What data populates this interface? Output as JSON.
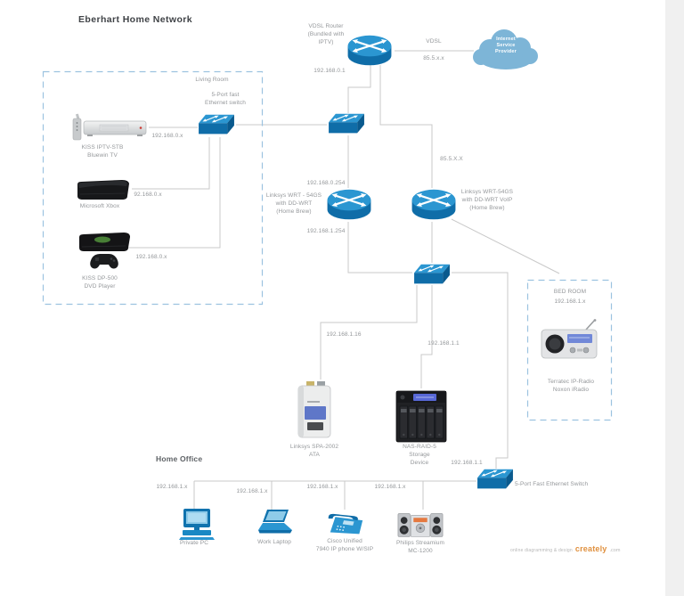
{
  "title": "Eberhart Home Network",
  "zones": {
    "living_room": "Living Room",
    "bed_room": "BED ROOM",
    "bed_room_ip": "192.168.1.x",
    "home_office": "Home Office"
  },
  "nodes": {
    "isp_cloud": "Internet\nService\nProvider",
    "vdsl_router": "VDSL Router\n(Bundled with\nIPTV)",
    "living_switch": "5-Port fast\nEthernet switch",
    "iptv_stb": "KISS IPTV-STB\nBluewin TV",
    "xbox": "Microsoft Xbox",
    "dvd_player": "KISS DP-500\nDVD Player",
    "router_left": "Linksys WRT - 54GS\nwith DD-WRT\n(Home Brew)",
    "router_right": "Linksys WRT-54GS\nwith DD-WRT VoIP\n(Home Brew)",
    "ata": "Linksys SPA-2002\nATA",
    "nas": "NAS-RAID-5\nStorage\nDevice",
    "radio": "Terratec IP-Radio\nNoxon iRadio",
    "office_switch": "5-Port Fast Ethernet Switch",
    "private_pc": "Private PC",
    "work_laptop": "Work Laptop",
    "ip_phone": "Cisco Unified\n7940 IP phone W/SIP",
    "stereo": "Philips Streamium\nMC-1200"
  },
  "ip_labels": {
    "vdsl": "VDSL",
    "wan": "85.5.x.x",
    "router_lan": "192.168.0.1",
    "stb": "192.168.0.x",
    "xbox": "92.168.0.x",
    "dvd": "192.168.0.x",
    "voip_wan": "85.5.X.X",
    "router_left_wan": "192.168.0.254",
    "router_left_lan": "192.168.1.254",
    "ata": "192.168.1.16",
    "nas": "192.168.1.1",
    "office_uplink": "192.168.1.1",
    "pc": "192.168.1.x",
    "laptop": "192.168.1.x",
    "phone": "192.168.1.x",
    "stereo": "192.168.1.x"
  },
  "watermark": {
    "prefix": "online diagramming & design",
    "brand": "creately",
    "suffix": ".com"
  },
  "icons": {
    "router": "cisco-router-cylinder",
    "switch": "ethernet-switch-3d",
    "cloud": "internet-cloud",
    "stb": "set-top-box",
    "xbox": "game-console",
    "dvd": "dvd-player-with-gamepad",
    "ata": "analog-telephone-adapter",
    "nas": "nas-5-bay",
    "radio": "internet-radio",
    "pc": "desktop-computer",
    "laptop": "laptop",
    "phone": "ip-phone",
    "stereo": "mini-hifi-system"
  },
  "colors": {
    "cisco_blue": "#0f6da8",
    "cisco_blue_light": "#2b96d1",
    "cloud_blue": "#7db5d7",
    "line": "#c9c9c9",
    "zone_border": "#9cc3e0",
    "label": "#94979a",
    "watermark_brand": "#e0903e"
  }
}
